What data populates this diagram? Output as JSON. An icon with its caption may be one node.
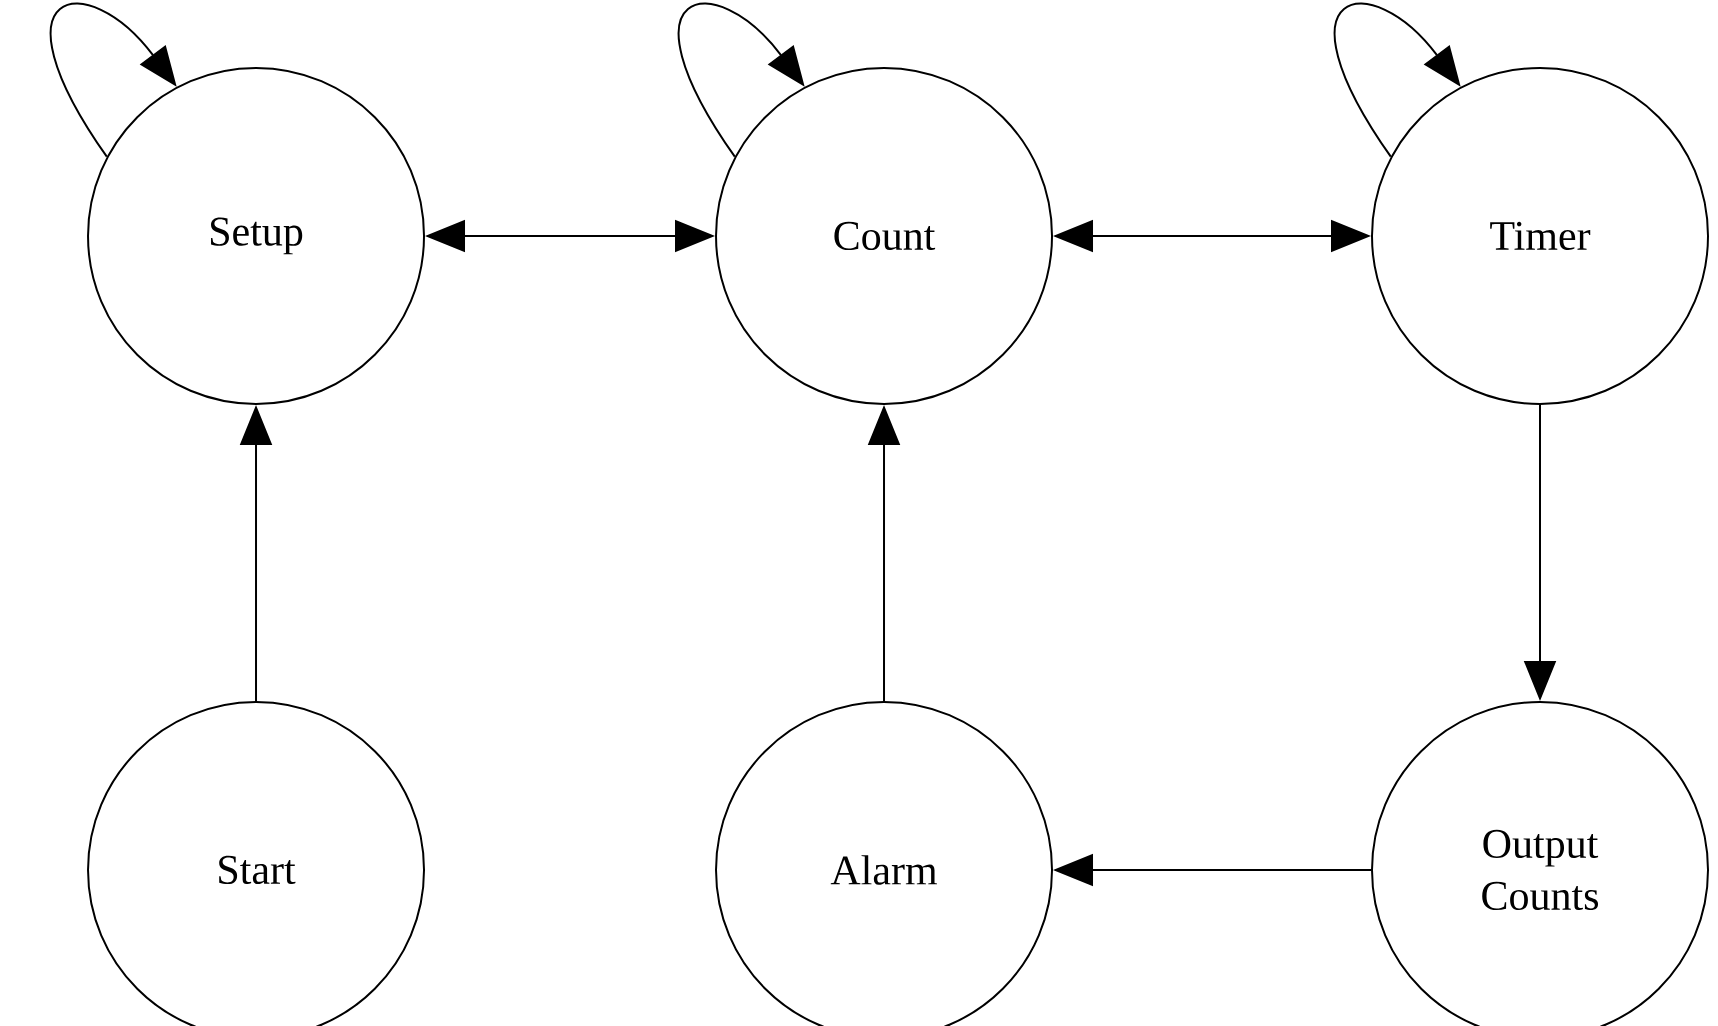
{
  "diagram": {
    "nodes": [
      {
        "text": [
          "Setup"
        ]
      },
      {
        "text": [
          "Count"
        ]
      },
      {
        "text": [
          "Timer"
        ]
      },
      {
        "text": [
          "Start"
        ]
      },
      {
        "text": [
          "Alarm"
        ]
      },
      {
        "text": [
          "Output Counts"
        ]
      }
    ],
    "edges": [
      {
        "from": 0,
        "to": 0,
        "arrow": "to"
      },
      {
        "from": 1,
        "to": 1,
        "arrow": "to"
      },
      {
        "from": 2,
        "to": 2,
        "arrow": "to"
      },
      {
        "from": 0,
        "to": 1,
        "arrow": "both"
      },
      {
        "from": 1,
        "to": 2,
        "arrow": "both"
      },
      {
        "from": 3,
        "to": 0,
        "arrow": "to"
      },
      {
        "from": 2,
        "to": 5,
        "arrow": "to"
      },
      {
        "from": 5,
        "to": 4,
        "arrow": "to"
      },
      {
        "from": 4,
        "to": 1,
        "arrow": "to"
      }
    ]
  }
}
